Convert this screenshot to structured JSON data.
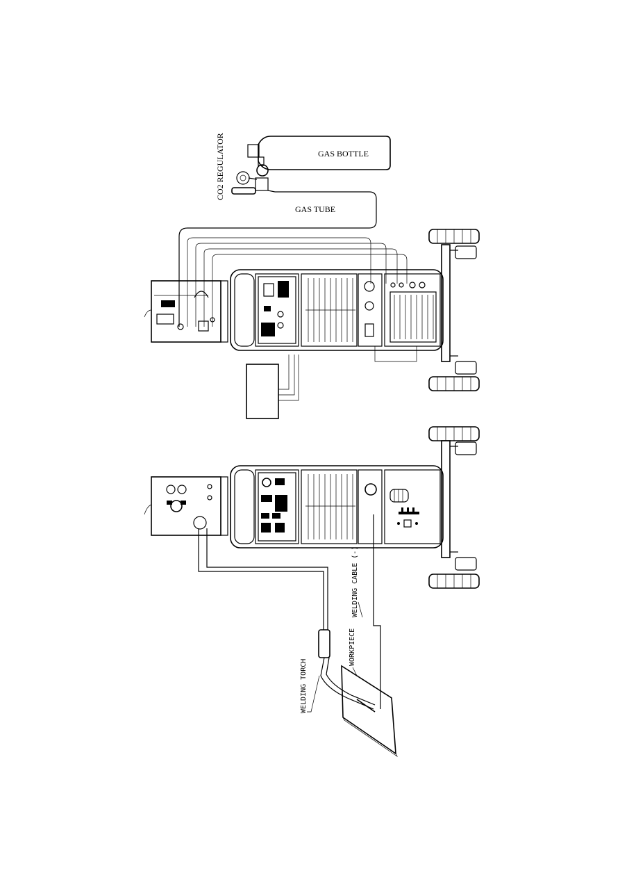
{
  "labels": {
    "gas_bottle": "GAS BOTTLE",
    "co2_regulator": "CO2 REGULATOR",
    "gas_tube": "GAS TUBE",
    "welding_cable": "WELDING CABLE (-)",
    "workpiece": "WORKPIECE",
    "welding_torch": "WELDING TORCH"
  },
  "colors": {
    "line": "#000000",
    "background": "#ffffff"
  }
}
